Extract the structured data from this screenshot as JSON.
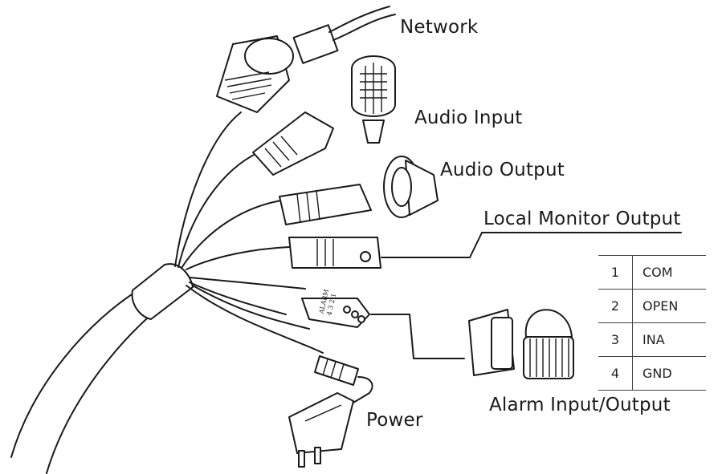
{
  "labels": {
    "network": "Network",
    "audio_input": "Audio Input",
    "audio_output": "Audio Output",
    "local_monitor_output": "Local Monitor Output",
    "alarm_io": "Alarm Input/Output",
    "power": "Power"
  },
  "terminal_block_text": "ALARM\n4 3 2 1",
  "pin_table": [
    {
      "pin": "1",
      "signal": "COM"
    },
    {
      "pin": "2",
      "signal": "OPEN"
    },
    {
      "pin": "3",
      "signal": "INA"
    },
    {
      "pin": "4",
      "signal": "GND"
    }
  ]
}
